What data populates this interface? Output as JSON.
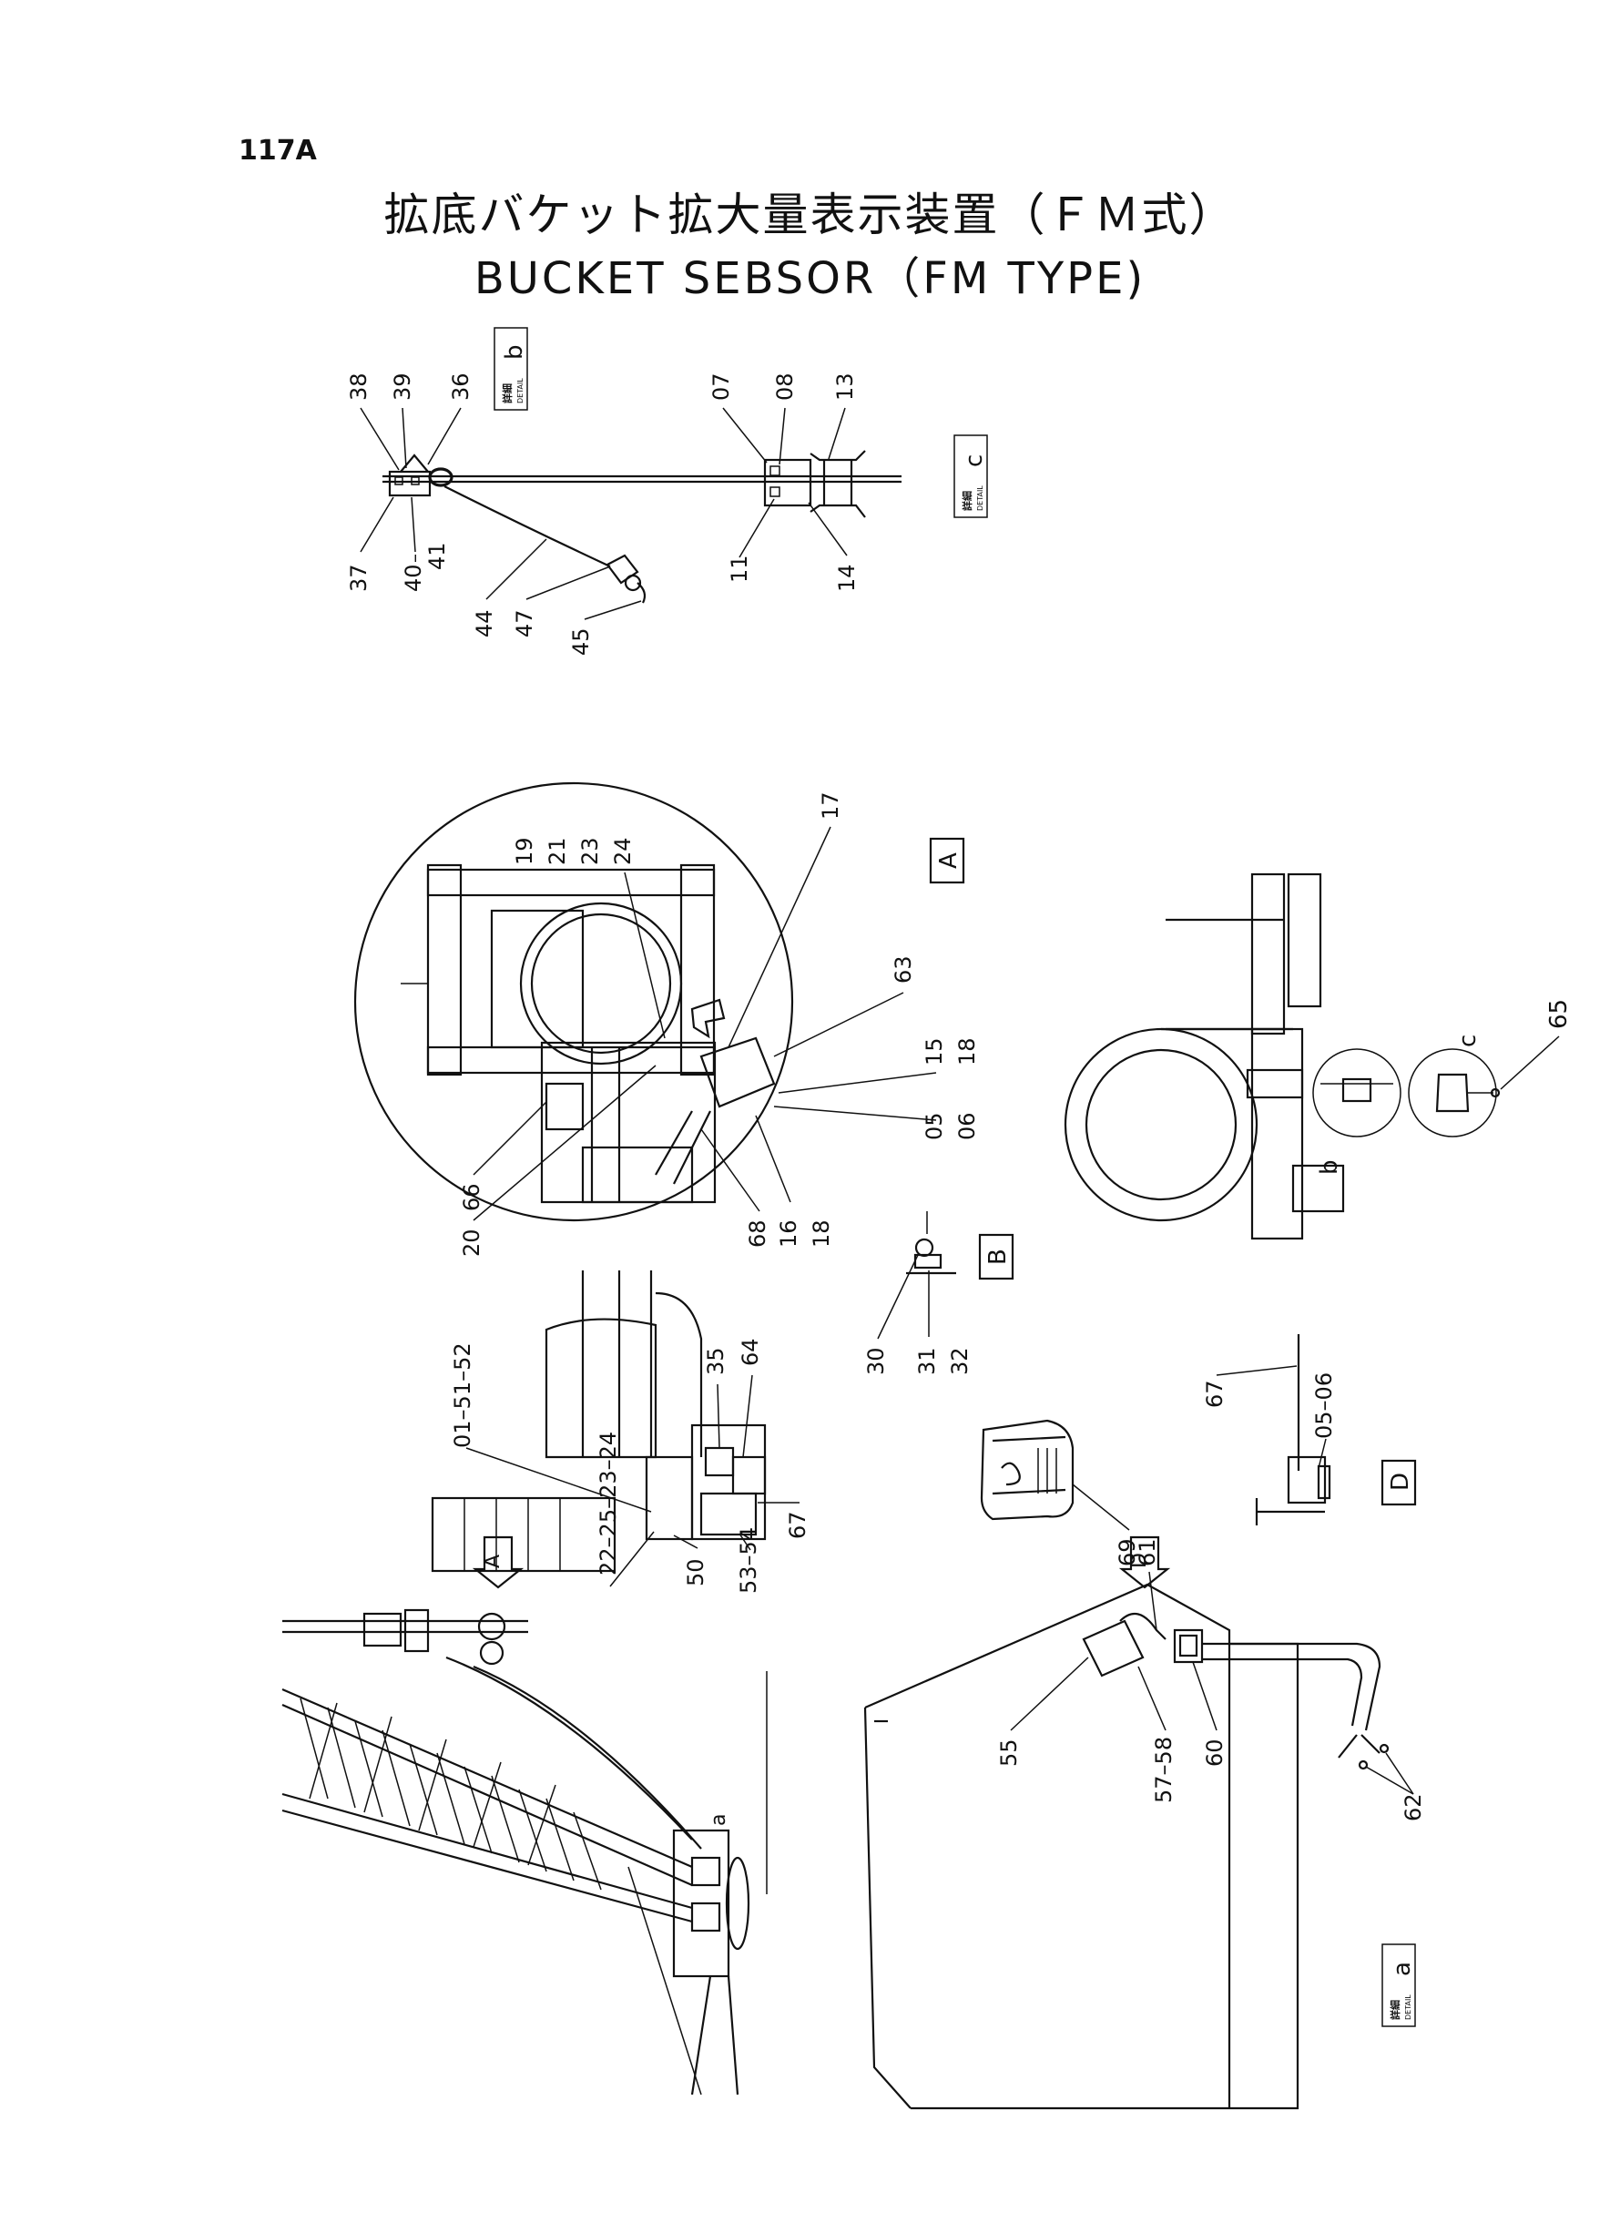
{
  "page_number": "117A",
  "title": {
    "japanese": "拡底バケット拡大量表示装置（ＦＭ式）",
    "english": "BUCKET SEBSOR（FM TYPE)"
  },
  "detail_labels": {
    "kanji": "詳細",
    "word": "DETAIL",
    "detail_b": "b",
    "detail_c": "c",
    "detail_a": "a"
  },
  "view_labels": {
    "view_A": "A",
    "view_B": "B",
    "view_D": "D"
  },
  "callouts": {
    "detail_b": [
      "38",
      "39",
      "36",
      "37",
      "40",
      "41",
      "44",
      "47",
      "45"
    ],
    "detail_c": [
      "07",
      "08",
      "13",
      "11",
      "14"
    ],
    "view_A": [
      "19",
      "21",
      "23",
      "24",
      "17",
      "63",
      "15",
      "18",
      "05",
      "06",
      "16",
      "18",
      "68",
      "66",
      "20"
    ],
    "view_B": [
      "30",
      "31",
      "32"
    ],
    "machine_side": [
      "01",
      "51",
      "52",
      "35",
      "64",
      "67",
      "22",
      "25",
      "23",
      "24",
      "50",
      "53",
      "54"
    ],
    "drum_view": [
      "65",
      "b",
      "c"
    ],
    "view_D": [
      "67",
      "05",
      "06"
    ],
    "sensor": [
      "69"
    ],
    "bucket_detail": [
      "61",
      "55",
      "57",
      "58",
      "60",
      "62"
    ],
    "crane": [
      "a"
    ]
  },
  "colors": {
    "line": "#111111",
    "paper": "#ffffff"
  }
}
